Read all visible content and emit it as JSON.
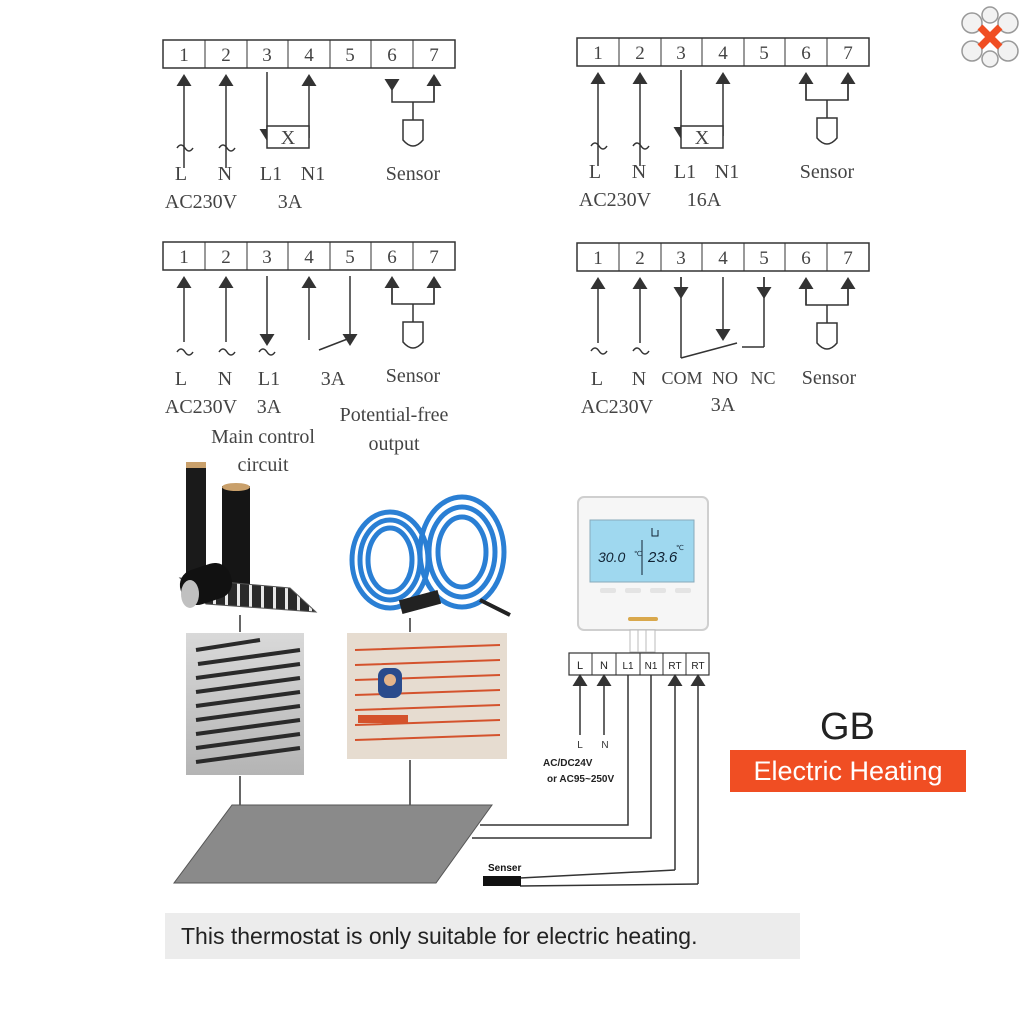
{
  "diagrams": [
    {
      "terminals": [
        "1",
        "2",
        "3",
        "4",
        "5",
        "6",
        "7"
      ],
      "labels": [
        "L",
        "N",
        "L1",
        "N1",
        "Sensor"
      ],
      "supply": "AC230V",
      "load_symbol": "X",
      "rating": "3A"
    },
    {
      "terminals": [
        "1",
        "2",
        "3",
        "4",
        "5",
        "6",
        "7"
      ],
      "labels": [
        "L",
        "N",
        "L1",
        "N1",
        "Sensor"
      ],
      "supply": "AC230V",
      "load_symbol": "X",
      "rating": "16A"
    },
    {
      "terminals": [
        "1",
        "2",
        "3",
        "4",
        "5",
        "6",
        "7"
      ],
      "labels": [
        "L",
        "N",
        "L1",
        "3A",
        "Sensor"
      ],
      "supply": "AC230V",
      "rating": "3A",
      "caption_left": [
        "Main control",
        "circuit"
      ],
      "caption_right": [
        "Potential-free",
        "output"
      ]
    },
    {
      "terminals": [
        "1",
        "2",
        "3",
        "4",
        "5",
        "6",
        "7"
      ],
      "labels": [
        "L",
        "N",
        "COM",
        "NO",
        "NC",
        "Sensor"
      ],
      "supply": "AC230V",
      "rating": "3A"
    }
  ],
  "thermostat": {
    "display_set": "30.0",
    "display_room": "23.6",
    "unit": "℃",
    "terminals": [
      "L",
      "N",
      "L1",
      "N1",
      "RT",
      "RT"
    ],
    "wire_labels": [
      "L",
      "N"
    ],
    "power": [
      "AC/DC24V",
      "or  AC95~250V"
    ],
    "sensor_label": "Senser"
  },
  "badge": {
    "code": "GB",
    "title": "Electric Heating"
  },
  "note": "This thermostat is only suitable for electric heating.",
  "colors": {
    "accent": "#f04e23",
    "cable": "#2a7fd4",
    "film": "#1a1a1a"
  }
}
